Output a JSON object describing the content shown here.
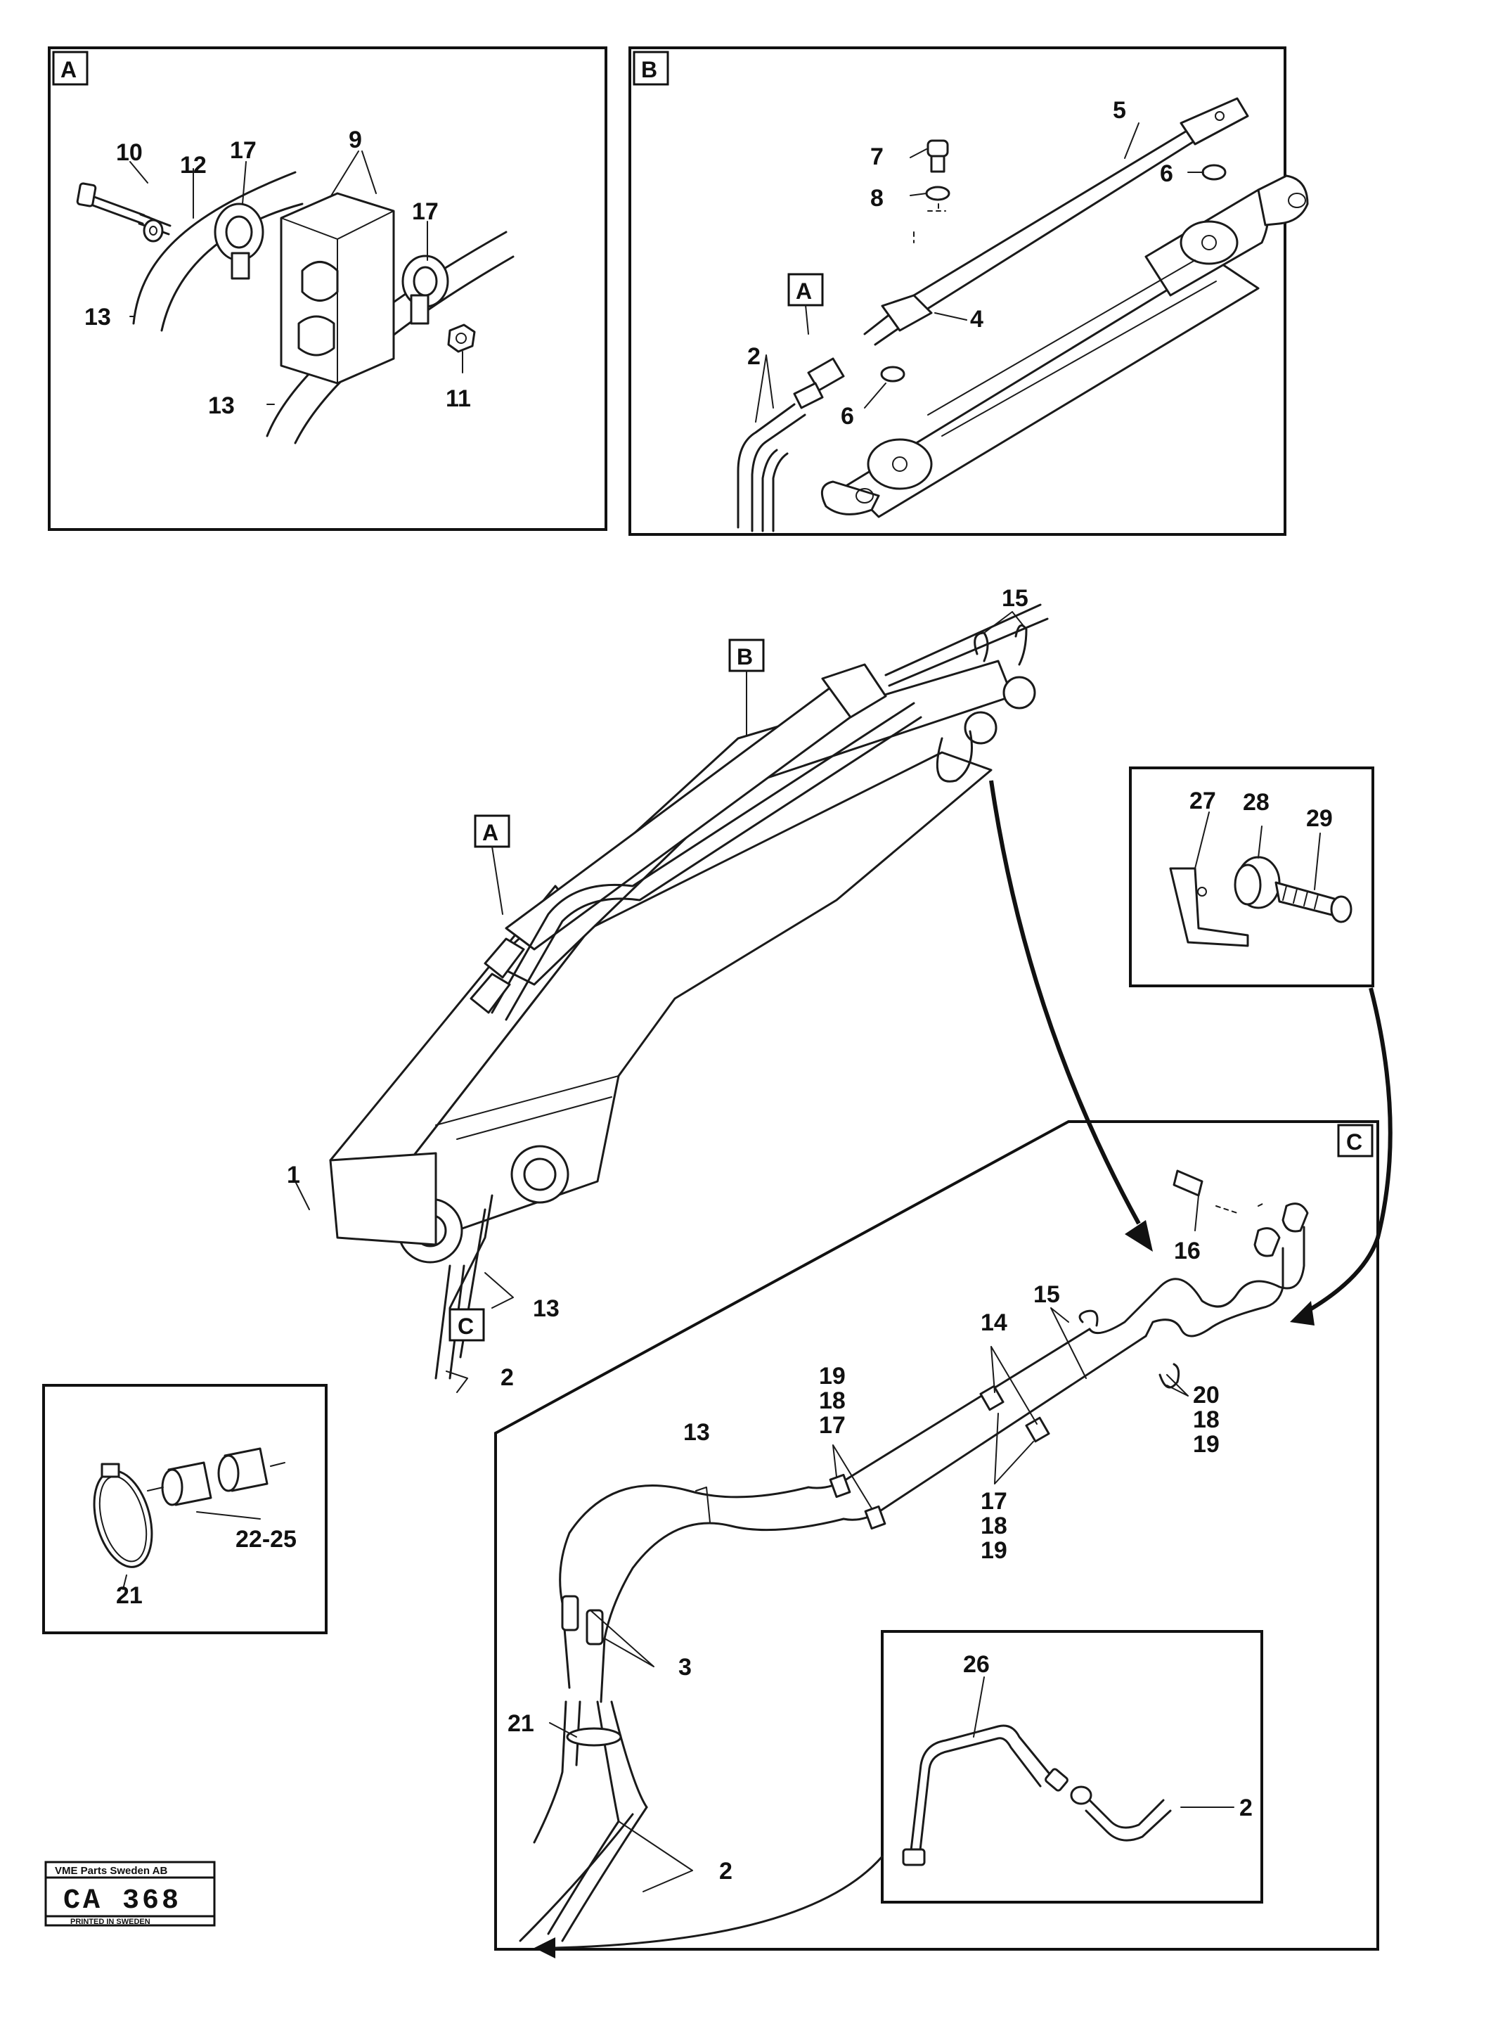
{
  "sections": {
    "a": {
      "tag": "A"
    },
    "b": {
      "tag": "B"
    },
    "c": {
      "tag": "C"
    }
  },
  "main_view": {
    "callout_b": "B",
    "callout_a": "A",
    "callout_c": "C"
  },
  "labels": {
    "a_10": "10",
    "a_12": "12",
    "a_17a": "17",
    "a_9": "9",
    "a_17b": "17",
    "a_13a": "13",
    "a_13b": "13",
    "a_11": "11",
    "b_5": "5",
    "b_7": "7",
    "b_8": "8",
    "b_6a": "6",
    "b_A": "A",
    "b_4": "4",
    "b_2": "2",
    "b_6b": "6",
    "m_15": "15",
    "m_1": "1",
    "m_13": "13",
    "m_2": "2",
    "d_27": "27",
    "d_28": "28",
    "d_29": "29",
    "e_21": "21",
    "e_2225": "22-25",
    "c_16": "16",
    "c_14": "14",
    "c_15": "15",
    "c_19a": "19",
    "c_18a": "18",
    "c_17a": "17",
    "c_13": "13",
    "c_17b": "17",
    "c_18b": "18",
    "c_19b": "19",
    "c_20": "20",
    "c_18c": "18",
    "c_19c": "19",
    "c_3": "3",
    "c_21": "21",
    "c_2": "2",
    "f_26": "26",
    "f_2": "2"
  },
  "stamp": {
    "company": "VME Parts Sweden AB",
    "code": "CA 368",
    "footer": "PRINTED IN SWEDEN"
  }
}
